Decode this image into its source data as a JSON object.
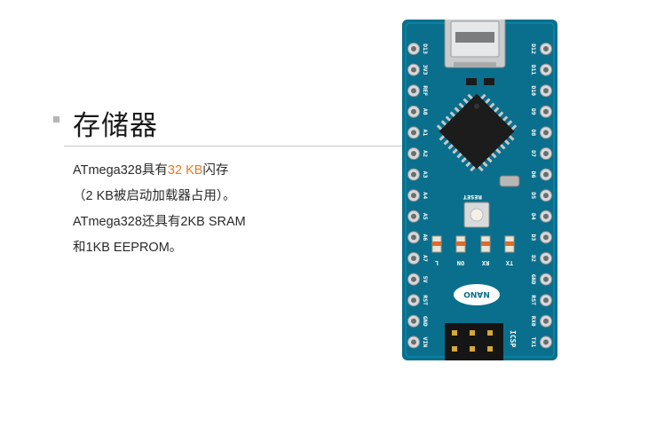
{
  "heading": "存储器",
  "body": {
    "line1_pre": "ATmega328具有",
    "line1_highlight": "32 KB",
    "line1_post": "闪存",
    "line2": "（2 KB被启动加载器占用）。",
    "line3": "ATmega328还具有2KB SRAM",
    "line4": "和1KB EEPROM。"
  },
  "colors": {
    "accent": "#e8792a",
    "pcb": "#0a6f8c"
  },
  "board": {
    "left_pins": [
      "D13",
      "3V3",
      "REF",
      "A0",
      "A1",
      "A2",
      "A3",
      "A4",
      "A5",
      "A6",
      "A7",
      "5V",
      "RST",
      "GND",
      "VIN"
    ],
    "right_pins": [
      "D12",
      "D11",
      "D10",
      "D9",
      "D8",
      "D7",
      "D6",
      "D5",
      "D4",
      "D3",
      "D2",
      "GND",
      "RST",
      "RX0",
      "TX1"
    ],
    "reset_label": "RESET",
    "led_labels": [
      "L",
      "ON",
      "RX",
      "TX"
    ],
    "logo": "NANO",
    "icsp_label": "ICSP"
  }
}
